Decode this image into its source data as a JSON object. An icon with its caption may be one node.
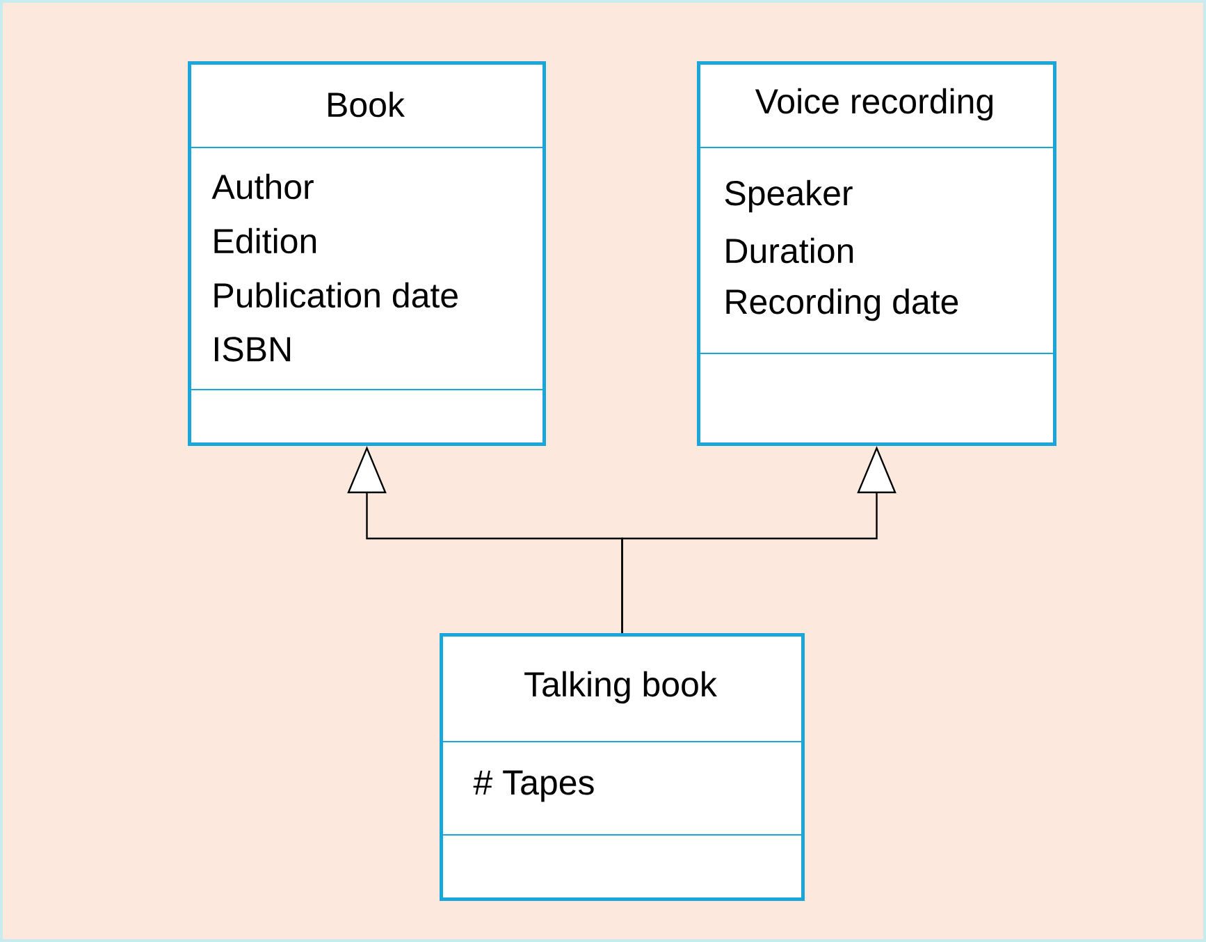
{
  "diagram": {
    "nodes": [
      {
        "text": [
          "Book",
          "Author",
          "Edition",
          "Publication date",
          "ISBN"
        ]
      },
      {
        "text": [
          "Voice recording",
          "Speaker",
          "Duration",
          "Recording date"
        ]
      },
      {
        "text": [
          "Talking book",
          "# Tapes"
        ]
      }
    ],
    "edges": [
      {
        "from": 2,
        "to": 0,
        "arrow": "to"
      },
      {
        "from": 2,
        "to": 1,
        "arrow": "to"
      }
    ]
  }
}
